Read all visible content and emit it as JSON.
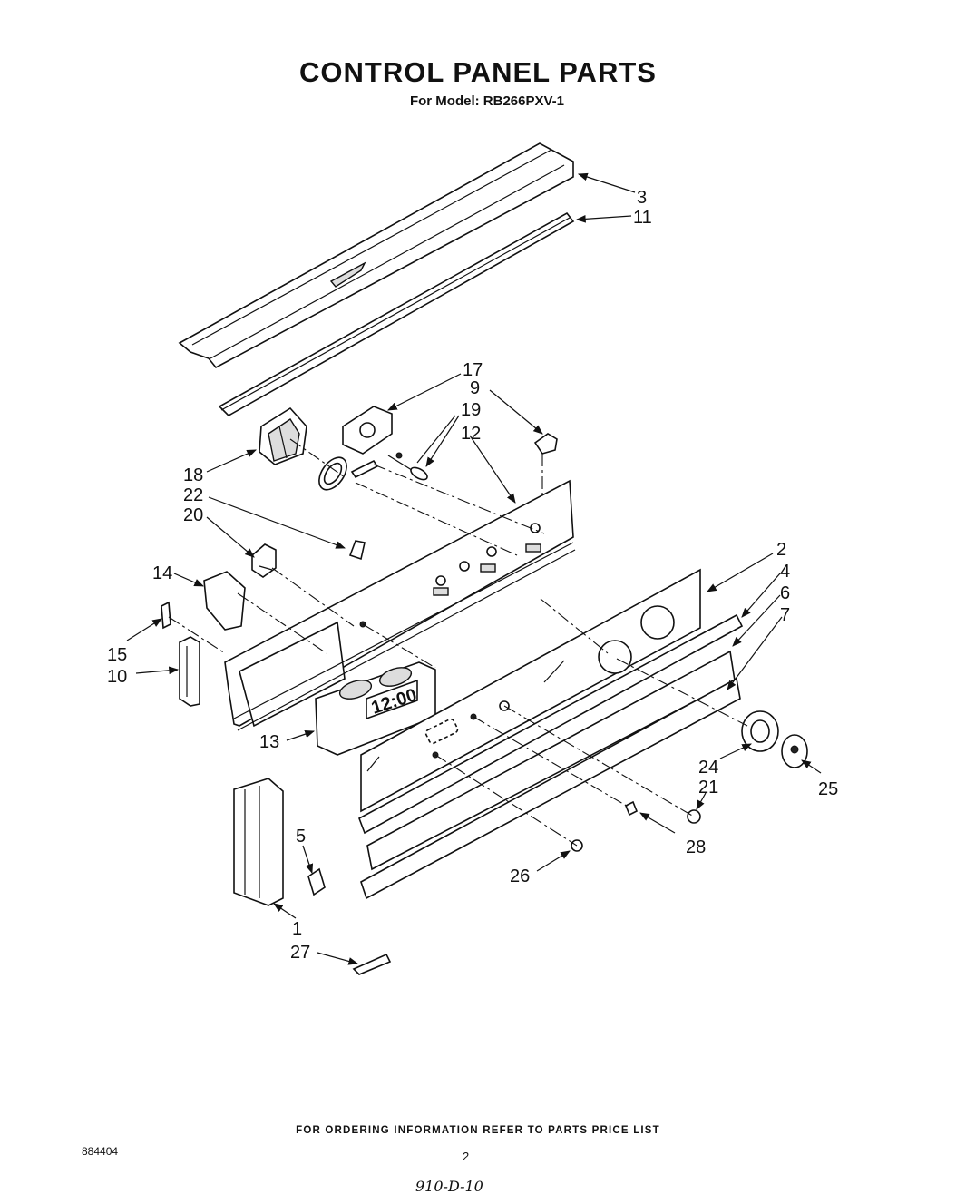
{
  "header": {
    "title": "CONTROL PANEL PARTS",
    "subtitle": "For Model: RB266PXV-1"
  },
  "diagram": {
    "display_readout": "12:00",
    "callouts": [
      "3",
      "11",
      "17",
      "9",
      "19",
      "12",
      "18",
      "22",
      "20",
      "14",
      "15",
      "10",
      "13",
      "2",
      "4",
      "6",
      "7",
      "24",
      "21",
      "25",
      "28",
      "26",
      "5",
      "1",
      "27"
    ]
  },
  "footer": {
    "ordering_note": "FOR ORDERING INFORMATION REFER TO PARTS PRICE LIST",
    "doc_number": "884404",
    "page_number": "2",
    "handwritten_note": "910-D-10"
  }
}
